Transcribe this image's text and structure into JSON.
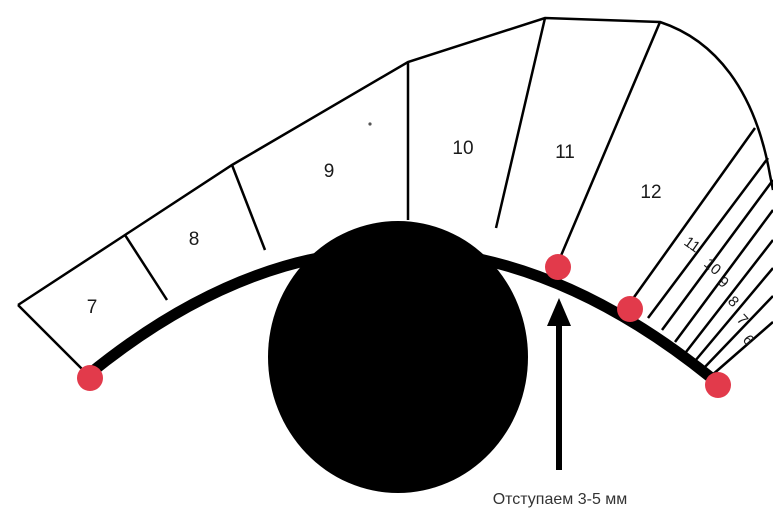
{
  "colors": {
    "background": "#ffffff",
    "ink": "#000000",
    "marker": "#e23a4b"
  },
  "segments": [
    {
      "id": "7",
      "label": "7"
    },
    {
      "id": "8",
      "label": "8"
    },
    {
      "id": "9",
      "label": "9"
    },
    {
      "id": "10",
      "label": "10"
    },
    {
      "id": "11",
      "label": "11"
    },
    {
      "id": "12",
      "label": "12"
    }
  ],
  "tail_segments": [
    "11",
    "10",
    "9",
    "8",
    "7",
    "6"
  ],
  "markers": [
    "start-point",
    "indent-point",
    "peak-point",
    "end-point"
  ],
  "caption": "Отступаем 3-5 мм"
}
